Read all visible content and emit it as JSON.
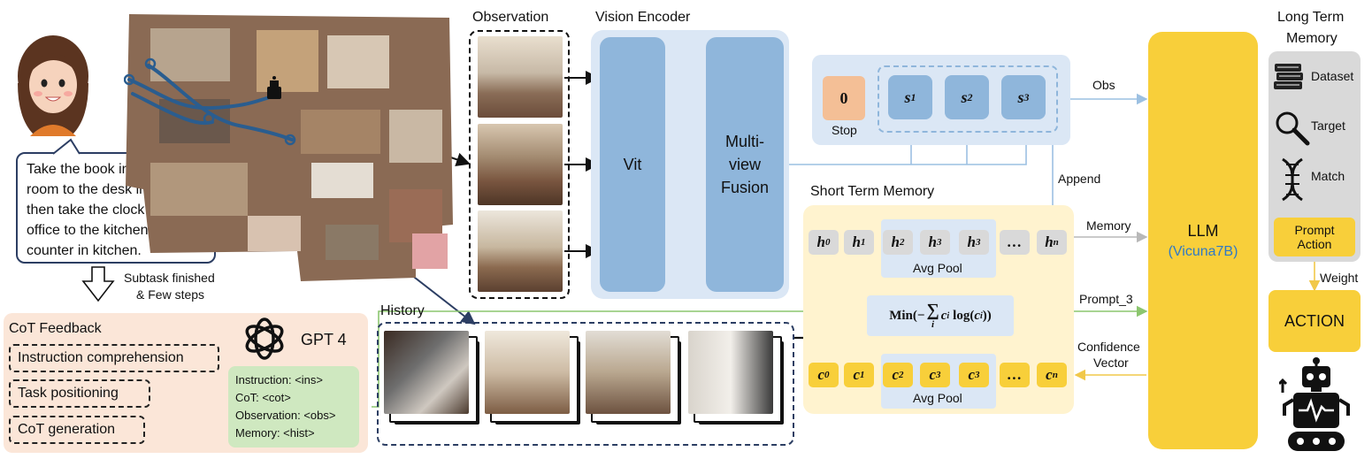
{
  "instruction": {
    "line1": "Take the book in living",
    "line2": "room to the desk in office,",
    "line3": "then take the clock in the",
    "line4": "office to the kitchen",
    "line5": "counter in kitchen."
  },
  "subtask": {
    "line1": "Subtask finished",
    "line2": "& Few steps"
  },
  "observation_title": "Observation",
  "vision_encoder": {
    "title": "Vision Encoder",
    "vit": "Vit",
    "fusion_l1": "Multi-",
    "fusion_l2": "view",
    "fusion_l3": "Fusion"
  },
  "candidates": {
    "stop_value": "0",
    "stop_label": "Stop",
    "s1": "s",
    "s2": "s",
    "s3": "s",
    "sub1": "1",
    "sub2": "2",
    "sub3": "3"
  },
  "edges": {
    "obs": "Obs",
    "append": "Append",
    "memory": "Memory",
    "prompt": "Prompt_3",
    "confidence_l1": "Confidence",
    "confidence_l2": "Vector",
    "weight": "Weight"
  },
  "stm": {
    "title": "Short Term Memory",
    "h_tokens": [
      "h",
      "h",
      "h",
      "h",
      "h",
      "…",
      "h"
    ],
    "h_subs": [
      "0",
      "1",
      "2",
      "3",
      "3",
      "",
      "n"
    ],
    "c_tokens": [
      "c",
      "c",
      "c",
      "c",
      "c",
      "…",
      "c"
    ],
    "c_subs": [
      "0",
      "1",
      "2",
      "3",
      "3",
      "",
      "n"
    ],
    "avg_pool_top": "Avg Pool",
    "avg_pool_bottom": "Avg Pool",
    "entropy_min": "Min(−",
    "entropy_sum": "∑",
    "entropy_i": "i",
    "entropy_c": "c",
    "entropy_csub": "i",
    "entropy_log": "log(",
    "entropy_end": ")"
  },
  "llm": {
    "title": "LLM",
    "model": "(Vicuna7B)"
  },
  "ltm": {
    "title_l1": "Long Term",
    "title_l2": "Memory",
    "dataset": "Dataset",
    "target": "Target",
    "match": "Match",
    "prompt_l1": "Prompt",
    "prompt_l2": "Action"
  },
  "action": "ACTION",
  "history_title": "History",
  "cot": {
    "title": "CoT Feedback",
    "item1": "Instruction comprehension",
    "item2": "Task positioning",
    "item3": "CoT generation",
    "gpt": "GPT 4"
  },
  "prompt_box": {
    "line1": "Instruction: <ins>",
    "line2": "CoT: <cot>",
    "line3": "Observation: <obs>",
    "line4": "Memory: <hist>"
  },
  "colors": {
    "blue": "#8fb6db",
    "light_blue": "#dbe7f5",
    "yellow": "#f8cf3a",
    "cream": "#fff3cf",
    "peach": "#fbe6d8",
    "green": "#cfe8c0",
    "orange": "#f4bf96"
  }
}
